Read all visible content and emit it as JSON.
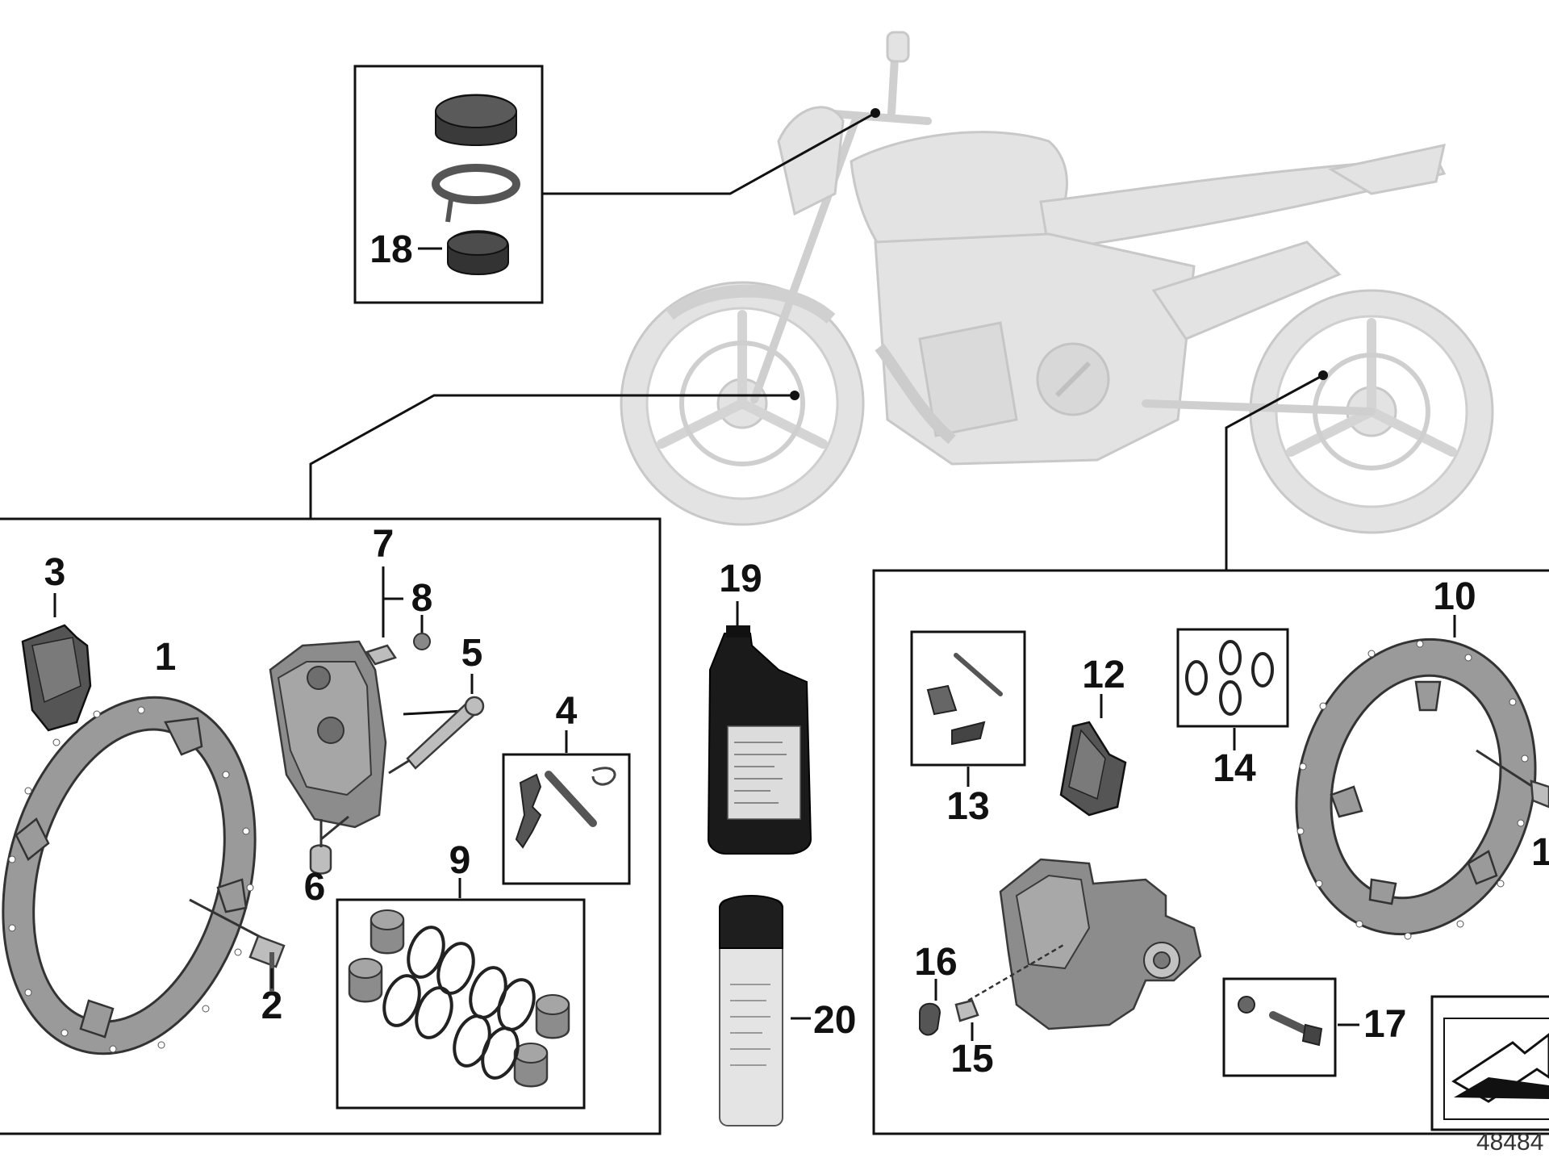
{
  "diagram": {
    "reference_number": "48484",
    "callouts": [
      {
        "id": "1",
        "text": "1"
      },
      {
        "id": "2",
        "text": "2"
      },
      {
        "id": "3",
        "text": "3"
      },
      {
        "id": "4",
        "text": "4"
      },
      {
        "id": "5",
        "text": "5"
      },
      {
        "id": "6",
        "text": "6"
      },
      {
        "id": "7",
        "text": "7"
      },
      {
        "id": "8",
        "text": "8"
      },
      {
        "id": "9",
        "text": "9"
      },
      {
        "id": "10",
        "text": "10"
      },
      {
        "id": "11",
        "text": "1"
      },
      {
        "id": "12",
        "text": "12"
      },
      {
        "id": "13",
        "text": "13"
      },
      {
        "id": "14",
        "text": "14"
      },
      {
        "id": "15",
        "text": "15"
      },
      {
        "id": "16",
        "text": "16"
      },
      {
        "id": "17",
        "text": "17"
      },
      {
        "id": "18",
        "text": "18"
      },
      {
        "id": "19",
        "text": "19"
      },
      {
        "id": "20",
        "text": "20"
      }
    ]
  }
}
